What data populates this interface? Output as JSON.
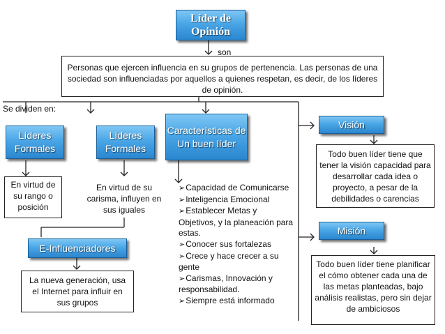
{
  "title": "Líder de Opinión",
  "connector_son": "son",
  "definition": "Personas que ejercen influencia en su grupos de pertenencia. Las personas de una sociedad son influenciadas por aquellos a quienes respetan, es decir, de los líderes de opinión.",
  "divide_label": "Se dividen en:",
  "lideres_formales_1": "Líderes Formales",
  "lideres_formales_2": "Líderes Formales",
  "caracteristicas": "Características de Un buen líder",
  "vision_label": "Visión",
  "mision_label": "Misión",
  "rango": "En virtud de su rango o posición",
  "carisma": "En virtud de su carisma, influyen en sus iguales",
  "e_influenciadores": "E-Influenciadores",
  "nueva_gen": "La nueva generación, usa el Internet para influir en sus grupos",
  "caracteristicas_list": [
    "Capacidad de Comunicarse",
    "Inteligencia Emocional",
    "Establecer Metas y Objetivos, y la planeación para estas.",
    "Conocer sus fortalezas",
    "Crece y hace crecer a su gente",
    "Carismas, Innovación y responsabilidad.",
    "Siempre está informado"
  ],
  "vision_text": "Todo buen líder tiene que tener la visión capacidad para desarrollar cada idea o proyecto, a pesar de la debilidades o carencias",
  "mision_text": "Todo buen líder tiene planificar el cómo obtener cada una de las metas planteadas, bajo análisis realistas, pero sin dejar de ambiciosos",
  "colors": {
    "box_top": "#7fc7f4",
    "box_bottom": "#2a86cf",
    "border": "#1b5f98"
  }
}
